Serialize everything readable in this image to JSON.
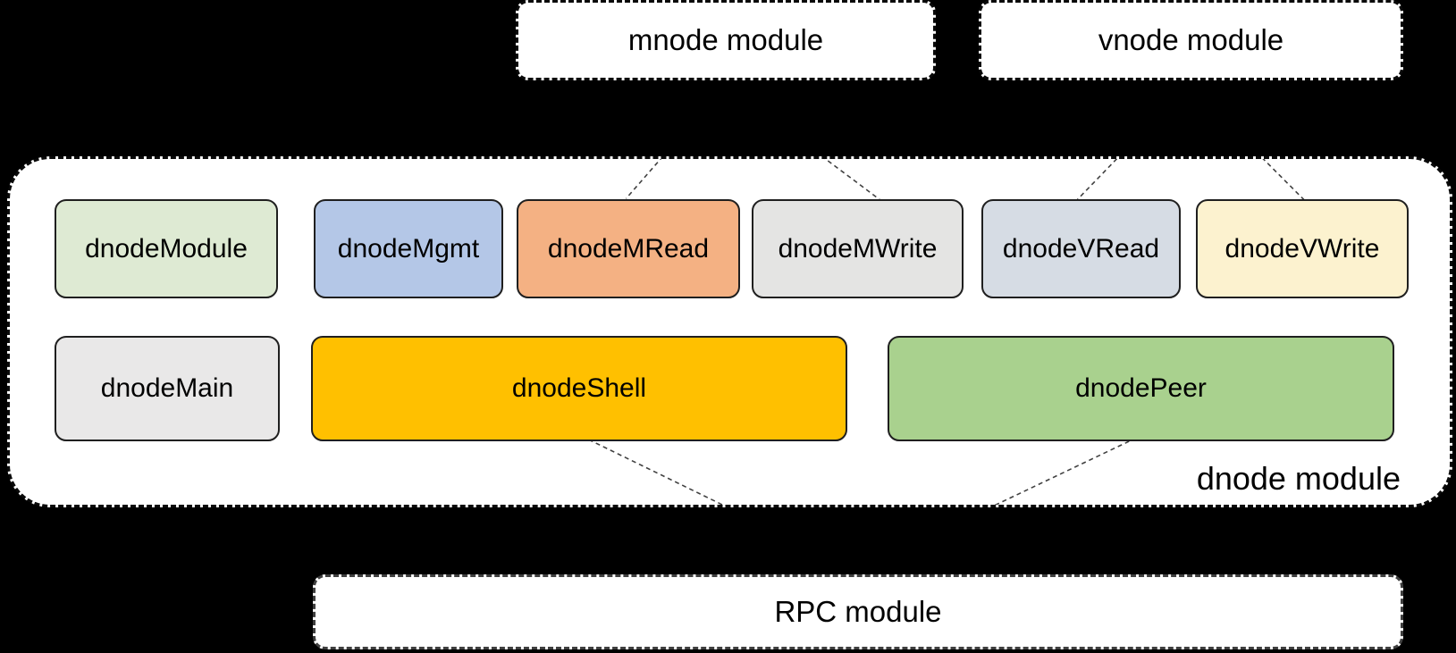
{
  "modules": {
    "mnode": {
      "label": "mnode module"
    },
    "vnode": {
      "label": "vnode module"
    },
    "dnode": {
      "label": "dnode module"
    },
    "rpc": {
      "label": "RPC module"
    }
  },
  "dnode_components": {
    "row1": [
      {
        "label": "dnodeModule",
        "fill": "#deead3"
      },
      {
        "label": "dnodeMgmt",
        "fill": "#b4c7e7"
      },
      {
        "label": "dnodeMRead",
        "fill": "#f4b183"
      },
      {
        "label": "dnodeMWrite",
        "fill": "#e4e4e3"
      },
      {
        "label": "dnodeVRead",
        "fill": "#d6dce4"
      },
      {
        "label": "dnodeVWrite",
        "fill": "#fcf2cf"
      }
    ],
    "row2": [
      {
        "label": "dnodeMain",
        "fill": "#e9e8e8"
      },
      {
        "label": "dnodeShell",
        "fill": "#ffc000"
      },
      {
        "label": "dnodePeer",
        "fill": "#a9d18e"
      }
    ]
  },
  "connectors": [
    {
      "from": "mnode module",
      "to": "dnodeMRead"
    },
    {
      "from": "mnode module",
      "to": "dnodeMWrite"
    },
    {
      "from": "vnode module",
      "to": "dnodeVRead"
    },
    {
      "from": "vnode module",
      "to": "dnodeVWrite"
    },
    {
      "from": "dnodeShell",
      "to": "RPC module"
    },
    {
      "from": "dnodePeer",
      "to": "RPC module"
    }
  ],
  "colors": {
    "background": "#000000",
    "module_fill": "#ffffff",
    "box_border": "#1f1f1f",
    "connector": "#404040"
  }
}
